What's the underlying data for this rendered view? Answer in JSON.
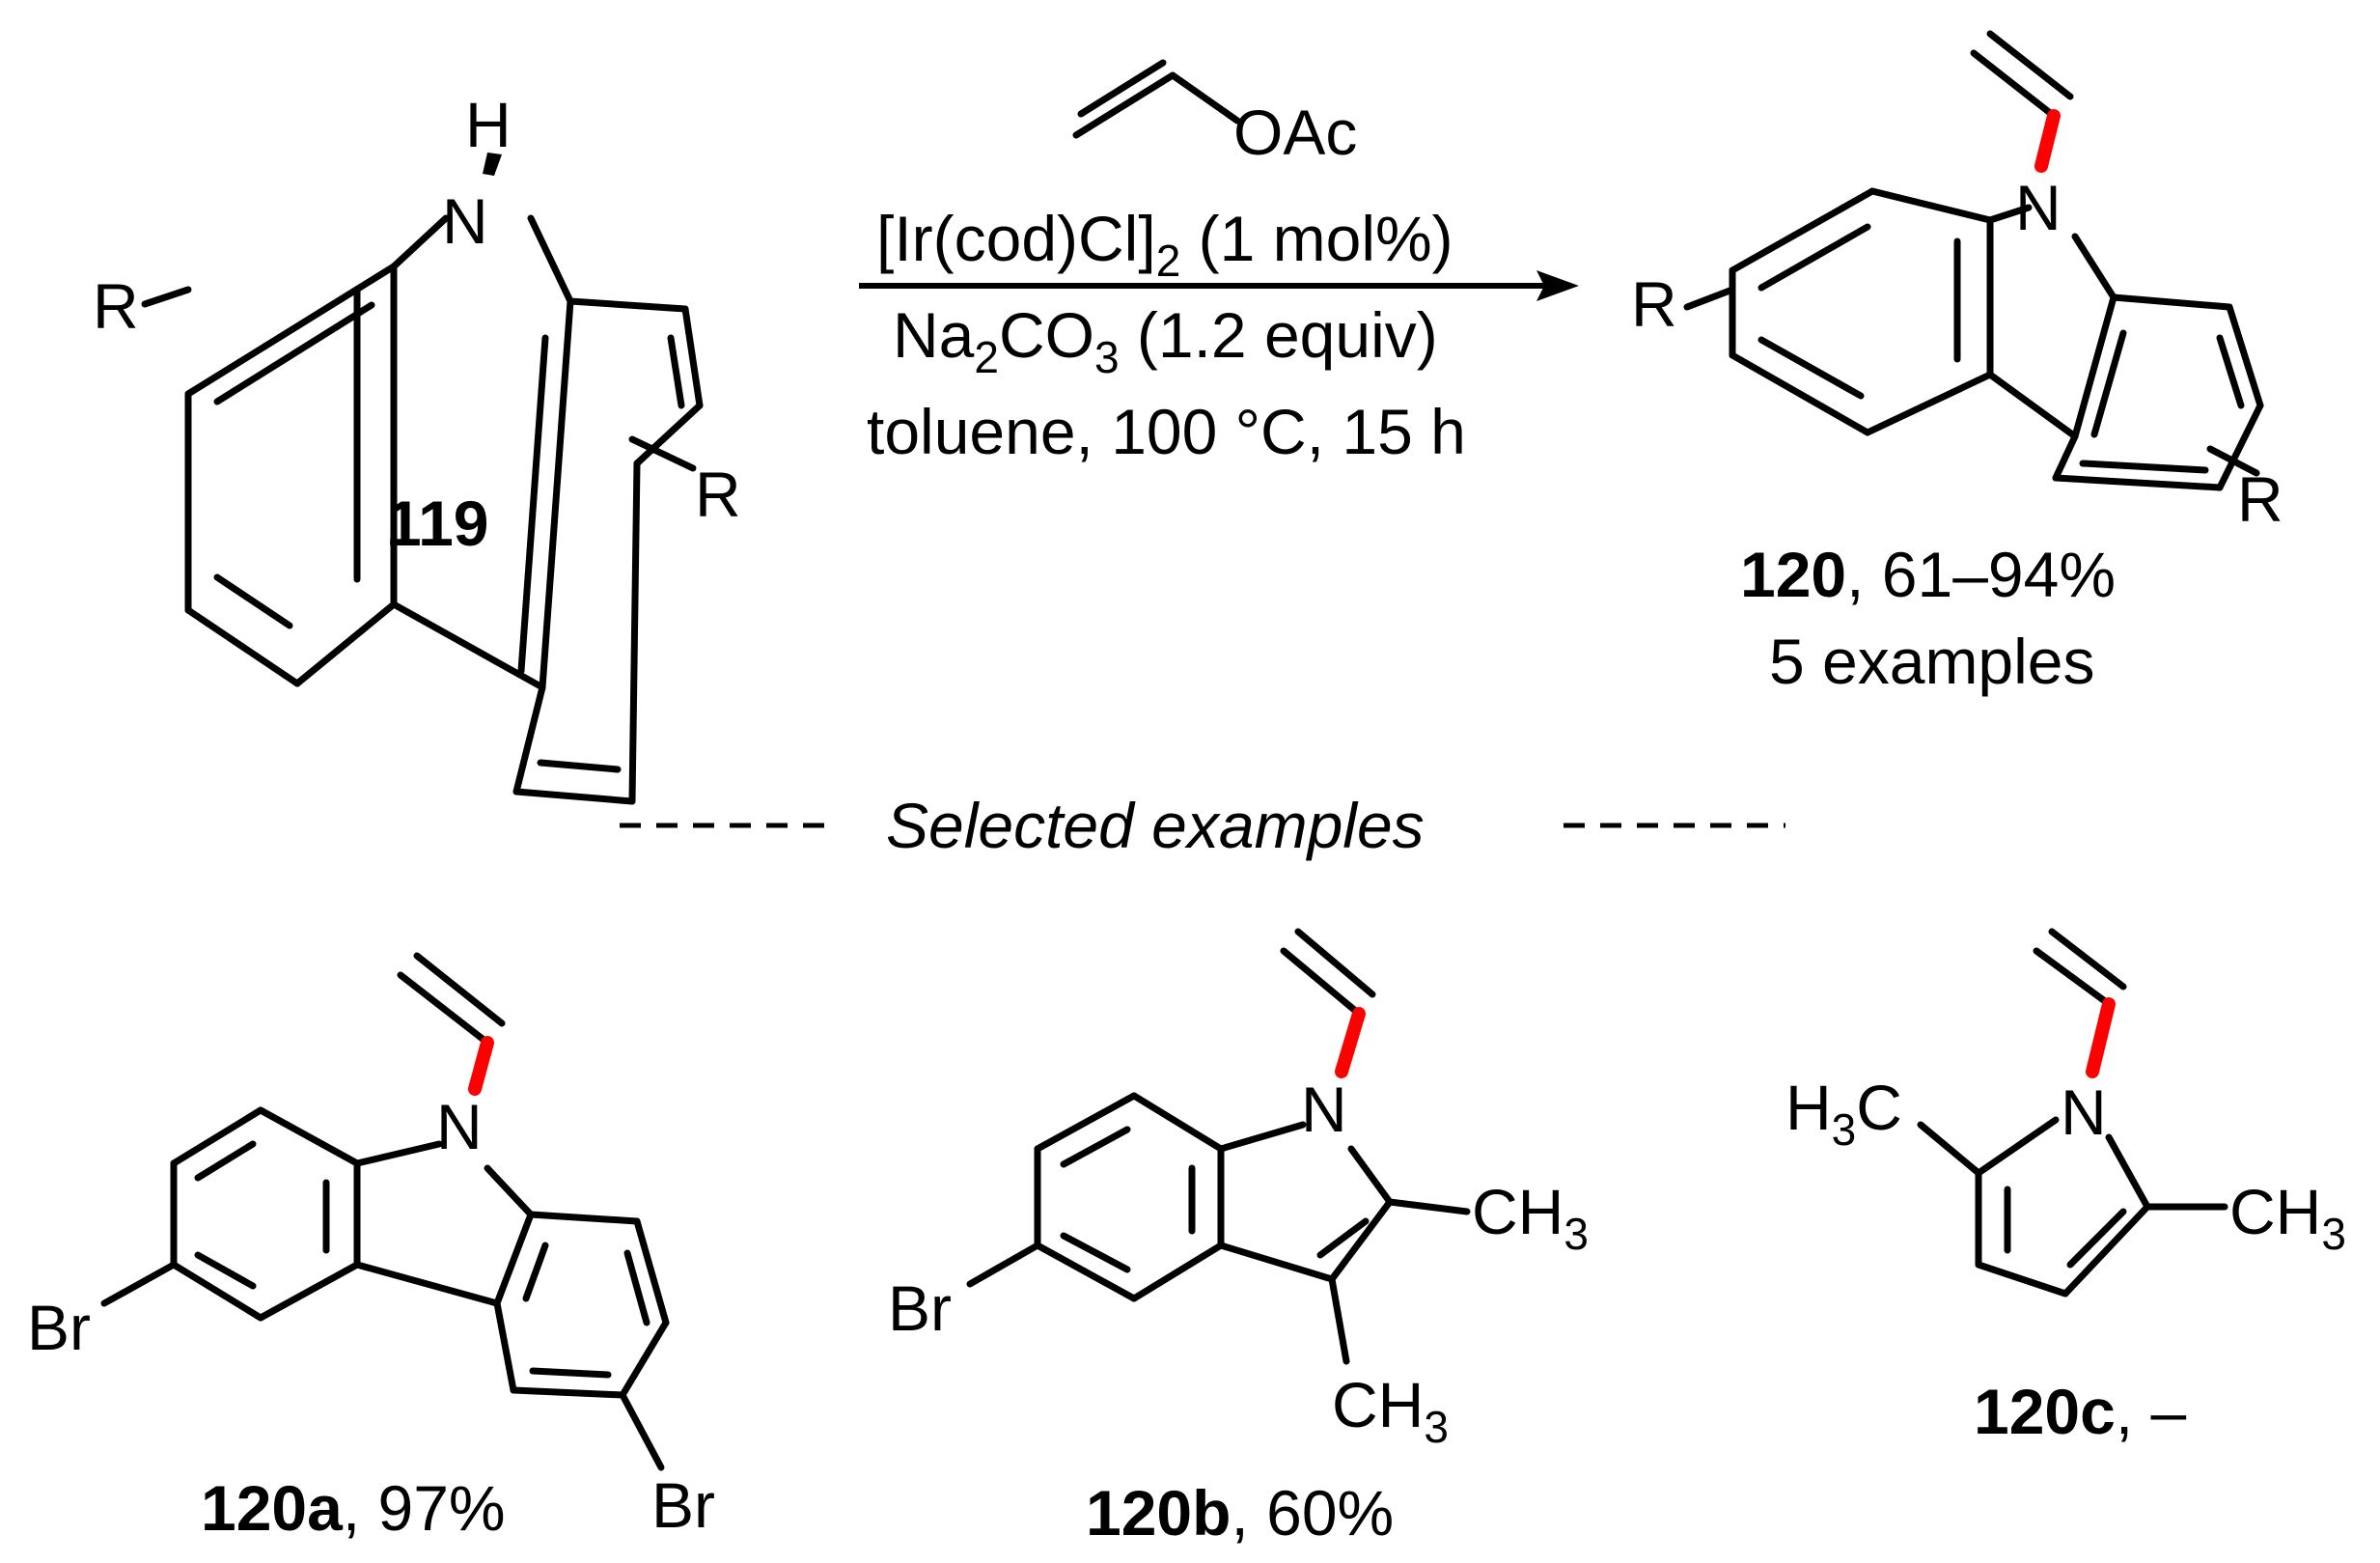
{
  "reaction": {
    "reagent_top": "OAc",
    "catalyst": "[Ir(cod)Cl]",
    "catalyst_sub": "2",
    "catalyst_loading": " (1 mol%)",
    "base_na": "Na",
    "base_na_sub": "2",
    "base_co": "CO",
    "base_co_sub": "3",
    "base_equiv": " (1.2 equiv)",
    "conditions": "toluene, 100 °C, 15 h"
  },
  "starting_material": {
    "id": "119",
    "atom_h": "H",
    "atom_n": "N",
    "r1": "R",
    "r2": "R"
  },
  "product": {
    "id": "120",
    "yield": ", 61–94%",
    "examples": "5 examples",
    "atom_n": "N",
    "r1": "R",
    "r2": "R"
  },
  "section_title": "Selected examples",
  "examples": [
    {
      "id": "120a",
      "yield": ", 97%",
      "atom_n": "N",
      "br1": "Br",
      "br2": "Br"
    },
    {
      "id": "120b",
      "yield": ", 60%",
      "atom_n": "N",
      "br": "Br",
      "ch3_1": "CH",
      "ch3_1_sub": "3",
      "ch3_2": "CH",
      "ch3_2_sub": "3"
    },
    {
      "id": "120c",
      "yield": ", –",
      "atom_n": "N",
      "h3c_h": "H",
      "h3c_sub": "3",
      "h3c_c": "C",
      "ch3": "CH",
      "ch3_sub": "3"
    }
  ],
  "colors": {
    "new_bond": "#ff0000",
    "ink": "#000000",
    "background": "#ffffff"
  }
}
